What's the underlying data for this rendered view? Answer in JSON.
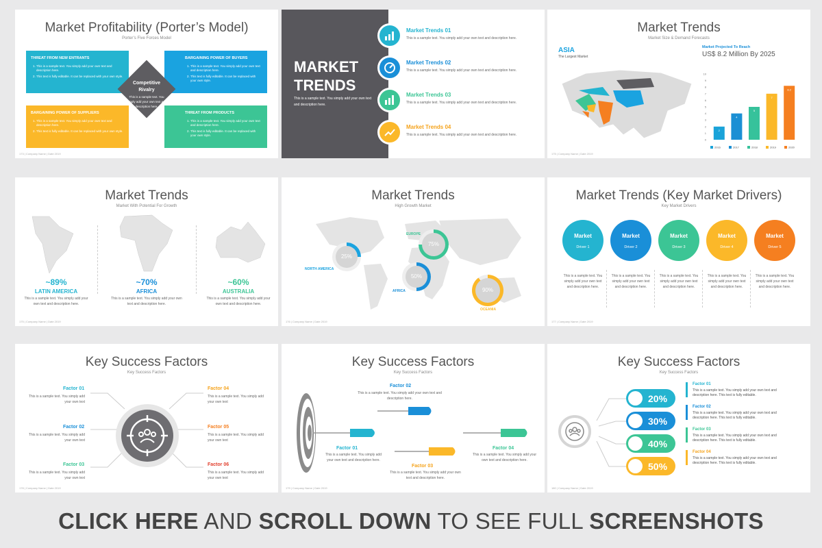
{
  "slides": {
    "s1": {
      "title": "Market Profitability (Porter’s Model)",
      "subtitle": "Porter’s Five Forces Model",
      "boxes": [
        {
          "h": "THREAT FROM NEW ENTRANTS",
          "p1": "This is a sample text. You simply add your own text and description here.",
          "p2": "This text is fully editable. It can be replaced with your own style."
        },
        {
          "h": "BARGAINING POWER OF BUYERS",
          "p1": "This is a sample text. You simply add your own text and description here.",
          "p2": "This text is fully editable. It can be replaced with your own style."
        },
        {
          "h": "BARGAINING POWER OF SUPPLIERS",
          "p1": "This is a sample text. You simply add your own text and description here.",
          "p2": "This text is fully editable. It can be replaced with your own style."
        },
        {
          "h": "THREAT FROM PRODUCTS",
          "p1": "This is a sample text. You simply add your own text and description here.",
          "p2": "This text is fully editable. It can be replaced with your own style."
        }
      ],
      "center_title": "Competitive",
      "center_sub": "Rivalry",
      "center_text": "This is a sample text. You simply add your own text and description here.",
      "foot": "173 | Company Name | Date 2019"
    },
    "s2": {
      "title1": "MARKET",
      "title2": "TRENDS",
      "left_text": "This is a sample text. You simply add your own text and description here.",
      "items": [
        {
          "label": "Market Trends 01",
          "text": "This is a sample text. You simply add your own text and description here."
        },
        {
          "label": "Market Trends 02",
          "text": "This is a sample text. You simply add your own text and description here."
        },
        {
          "label": "Market Trends 03",
          "text": "This is a sample text. You simply add your own text and description here."
        },
        {
          "label": "Market Trends 04",
          "text": "This is a sample text. You simply add your own text and description here."
        }
      ]
    },
    "s3": {
      "title": "Market Trends",
      "subtitle": "Market Size & Demand Forecasts",
      "region": "ASIA",
      "region_sub": "The Largest Market",
      "projected": "Market Projected To Reach",
      "projected_value": "US$ 8.2 Million By 2025",
      "foot": "175 | Company Name | Date 2019"
    },
    "s4": {
      "title": "Market Trends",
      "subtitle": "Market With Potential For Growth",
      "cols": [
        {
          "pct": "~89%",
          "region": "LATIN AMERICA",
          "text": "This is a sample text. You simply add your own text and description here."
        },
        {
          "pct": "~70%",
          "region": "AFRICA",
          "text": "This is a sample text. You simply add your own text and description here."
        },
        {
          "pct": "~60%",
          "region": "AUSTRALIA",
          "text": "This is a sample text. You simply add your own text and description here."
        }
      ],
      "foot": "175 | Company Name | Date 2019"
    },
    "s5": {
      "title": "Market Trends",
      "subtitle": "High Growth Market",
      "regions": [
        {
          "name": "EUROPE",
          "pct": "75%"
        },
        {
          "name": "NORTH AMERICA",
          "pct": "25%"
        },
        {
          "name": "AFRICA",
          "pct": "50%"
        },
        {
          "name": "OCEANIA",
          "pct": "90%"
        }
      ],
      "foot": "176 | Company Name | Date 2019"
    },
    "s6": {
      "title": "Market Trends (Key Market Drivers)",
      "subtitle": "Key Market Drivers",
      "drivers": [
        {
          "l1": "Market",
          "l2": "Driver 1"
        },
        {
          "l1": "Market",
          "l2": "Driver 2"
        },
        {
          "l1": "Market",
          "l2": "Driver 3"
        },
        {
          "l1": "Market",
          "l2": "Driver 4"
        },
        {
          "l1": "Market",
          "l2": "Driver 5"
        }
      ],
      "driver_text": "This is a sample text. You simply add your own text and description here.",
      "foot": "177 | Company Name | Date 2019"
    },
    "s7": {
      "title": "Key Success Factors",
      "subtitle": "Key Success Factors",
      "factors": [
        {
          "l": "Factor 01",
          "t": "This is a sample text. You simply add your own text"
        },
        {
          "l": "Factor 02",
          "t": "This is a sample text. You simply add your own text"
        },
        {
          "l": "Factor 03",
          "t": "This is a sample text. You simply add your own text"
        },
        {
          "l": "Factor 04",
          "t": "This is a sample text. You simply add your own text"
        },
        {
          "l": "Factor 05",
          "t": "This is a sample text. You simply add your own text"
        },
        {
          "l": "Factor 06",
          "t": "This is a sample text. You simply add your own text"
        }
      ],
      "foot": "178 | Company Name | Date 2019"
    },
    "s8": {
      "title": "Key Success Factors",
      "subtitle": "Key Success Factors",
      "factors": [
        {
          "l": "Factor 02",
          "t": "This is a sample text. You simply add your own text and description here."
        },
        {
          "l": "Factor 01",
          "t": "This is a sample text. You simply add your own text and description here."
        },
        {
          "l": "Factor 03",
          "t": "This is a sample text. You simply add your own text and description here."
        },
        {
          "l": "Factor 04",
          "t": "This is a sample text. You simply add your own text and description here."
        }
      ],
      "foot": "179 | Company Name | Date 2019"
    },
    "s9": {
      "title": "Key Success Factors",
      "subtitle": "Key Success Factors",
      "factors": [
        {
          "pct": "20%",
          "l": "Factor 01",
          "t": "This is a sample text. You simply add your own text and description here. This text is fully editable."
        },
        {
          "pct": "30%",
          "l": "Factor 02",
          "t": "This is a sample text. You simply add your own text and description here. This text is fully editable."
        },
        {
          "pct": "40%",
          "l": "Factor 03",
          "t": "This is a sample text. You simply add your own text and description here. This text is fully editable."
        },
        {
          "pct": "50%",
          "l": "Factor 04",
          "t": "This is a sample text. You simply add your own text and description here. This text is fully editable."
        }
      ],
      "foot": "180 | Company Name | Date 2019"
    }
  },
  "chart_data": {
    "type": "bar",
    "categories": [
      "2016",
      "2017",
      "2018",
      "2019",
      "2020"
    ],
    "values": [
      2,
      4,
      5,
      7,
      8.2
    ],
    "value_labels": [
      "2",
      "4",
      "5",
      "7",
      "8.2"
    ],
    "ylim": [
      0,
      10
    ],
    "y_ticks": [
      "0",
      "1",
      "2",
      "3",
      "4",
      "5",
      "6",
      "7",
      "8",
      "9",
      "10"
    ],
    "legend": [
      "2016",
      "2017",
      "2018",
      "2019",
      "2020"
    ],
    "colors": [
      "#1aa3d9",
      "#1b8fd4",
      "#36c29b",
      "#fbb829",
      "#f57f20"
    ]
  },
  "banner": {
    "b1": "CLICK HERE",
    "n1": " AND ",
    "b2": "SCROLL DOWN",
    "n2": " TO SEE FULL ",
    "b3": "SCREENSHOTS"
  },
  "colors": {
    "blue": "#1aa3e0",
    "cyan": "#24b4d0",
    "green": "#3cc595",
    "yellow": "#fbb829",
    "orange": "#f57f20",
    "gray": "#5e5d61"
  }
}
